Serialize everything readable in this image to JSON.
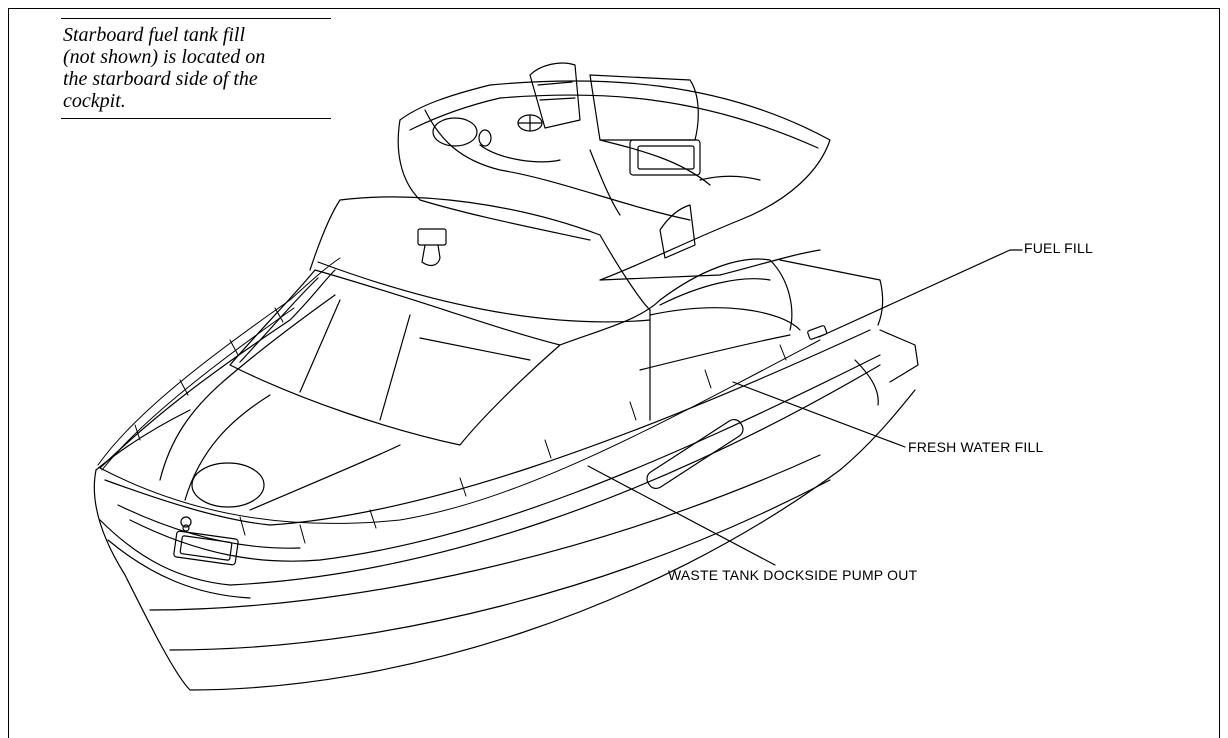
{
  "note": {
    "lines": [
      "Starboard fuel tank fill",
      "(not shown) is located on",
      "the starboard side of the",
      "cockpit."
    ]
  },
  "callouts": {
    "fuel_fill": "FUEL FILL",
    "fresh_water_fill": "FRESH WATER FILL",
    "waste_pump_out": "WASTE TANK DOCKSIDE PUMP OUT"
  },
  "illustration": {
    "subject": "boat-line-drawing",
    "line_color": "#000000",
    "background": "#ffffff"
  }
}
